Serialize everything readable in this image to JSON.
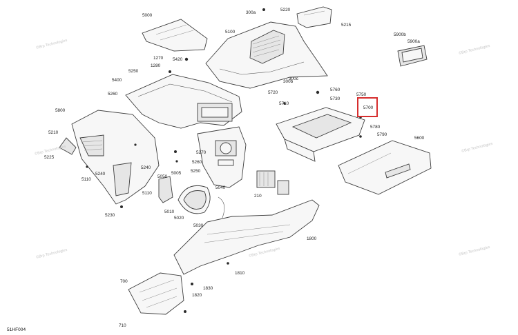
{
  "diagram_code": "51HF004",
  "highlight_label": "5700",
  "watermark_text": "©Brp Technologies",
  "labels": [
    {
      "id": "5000",
      "text": "5000"
    },
    {
      "id": "300a",
      "text": "300a"
    },
    {
      "id": "5220",
      "text": "5220"
    },
    {
      "id": "5215",
      "text": "5215"
    },
    {
      "id": "5100",
      "text": "5100"
    },
    {
      "id": "5900b",
      "text": "5900b"
    },
    {
      "id": "5900a",
      "text": "5900a"
    },
    {
      "id": "1270",
      "text": "1270"
    },
    {
      "id": "5420",
      "text": "5420"
    },
    {
      "id": "1280",
      "text": "1280"
    },
    {
      "id": "5250",
      "text": "5250"
    },
    {
      "id": "5400",
      "text": "5400"
    },
    {
      "id": "300b",
      "text": "300b"
    },
    {
      "id": "300c",
      "text": "300c"
    },
    {
      "id": "5760",
      "text": "5760"
    },
    {
      "id": "5720",
      "text": "5720"
    },
    {
      "id": "5750",
      "text": "5750"
    },
    {
      "id": "5730",
      "text": "5730"
    },
    {
      "id": "5710",
      "text": "5710"
    },
    {
      "id": "5700",
      "text": "5700"
    },
    {
      "id": "5260",
      "text": "5260"
    },
    {
      "id": "5800",
      "text": "5800"
    },
    {
      "id": "5780",
      "text": "5780"
    },
    {
      "id": "5790",
      "text": "5790"
    },
    {
      "id": "5600",
      "text": "5600"
    },
    {
      "id": "5210",
      "text": "5210"
    },
    {
      "id": "5225",
      "text": "5225"
    },
    {
      "id": "5270",
      "text": "5270"
    },
    {
      "id": "5260b",
      "text": "5260"
    },
    {
      "id": "5240",
      "text": "5240"
    },
    {
      "id": "5250b",
      "text": "5250"
    },
    {
      "id": "5110",
      "text": "5110"
    },
    {
      "id": "5240b",
      "text": "5240"
    },
    {
      "id": "5005",
      "text": "5005"
    },
    {
      "id": "5050",
      "text": "5050"
    },
    {
      "id": "5110b",
      "text": "5110"
    },
    {
      "id": "5040",
      "text": "5040"
    },
    {
      "id": "210",
      "text": "210"
    },
    {
      "id": "5010",
      "text": "5010"
    },
    {
      "id": "5020",
      "text": "5020"
    },
    {
      "id": "5230",
      "text": "5230"
    },
    {
      "id": "5030",
      "text": "5030"
    },
    {
      "id": "1800",
      "text": "1800"
    },
    {
      "id": "1810",
      "text": "1810"
    },
    {
      "id": "700",
      "text": "700"
    },
    {
      "id": "1830",
      "text": "1830"
    },
    {
      "id": "1820",
      "text": "1820"
    },
    {
      "id": "710",
      "text": "710"
    }
  ]
}
